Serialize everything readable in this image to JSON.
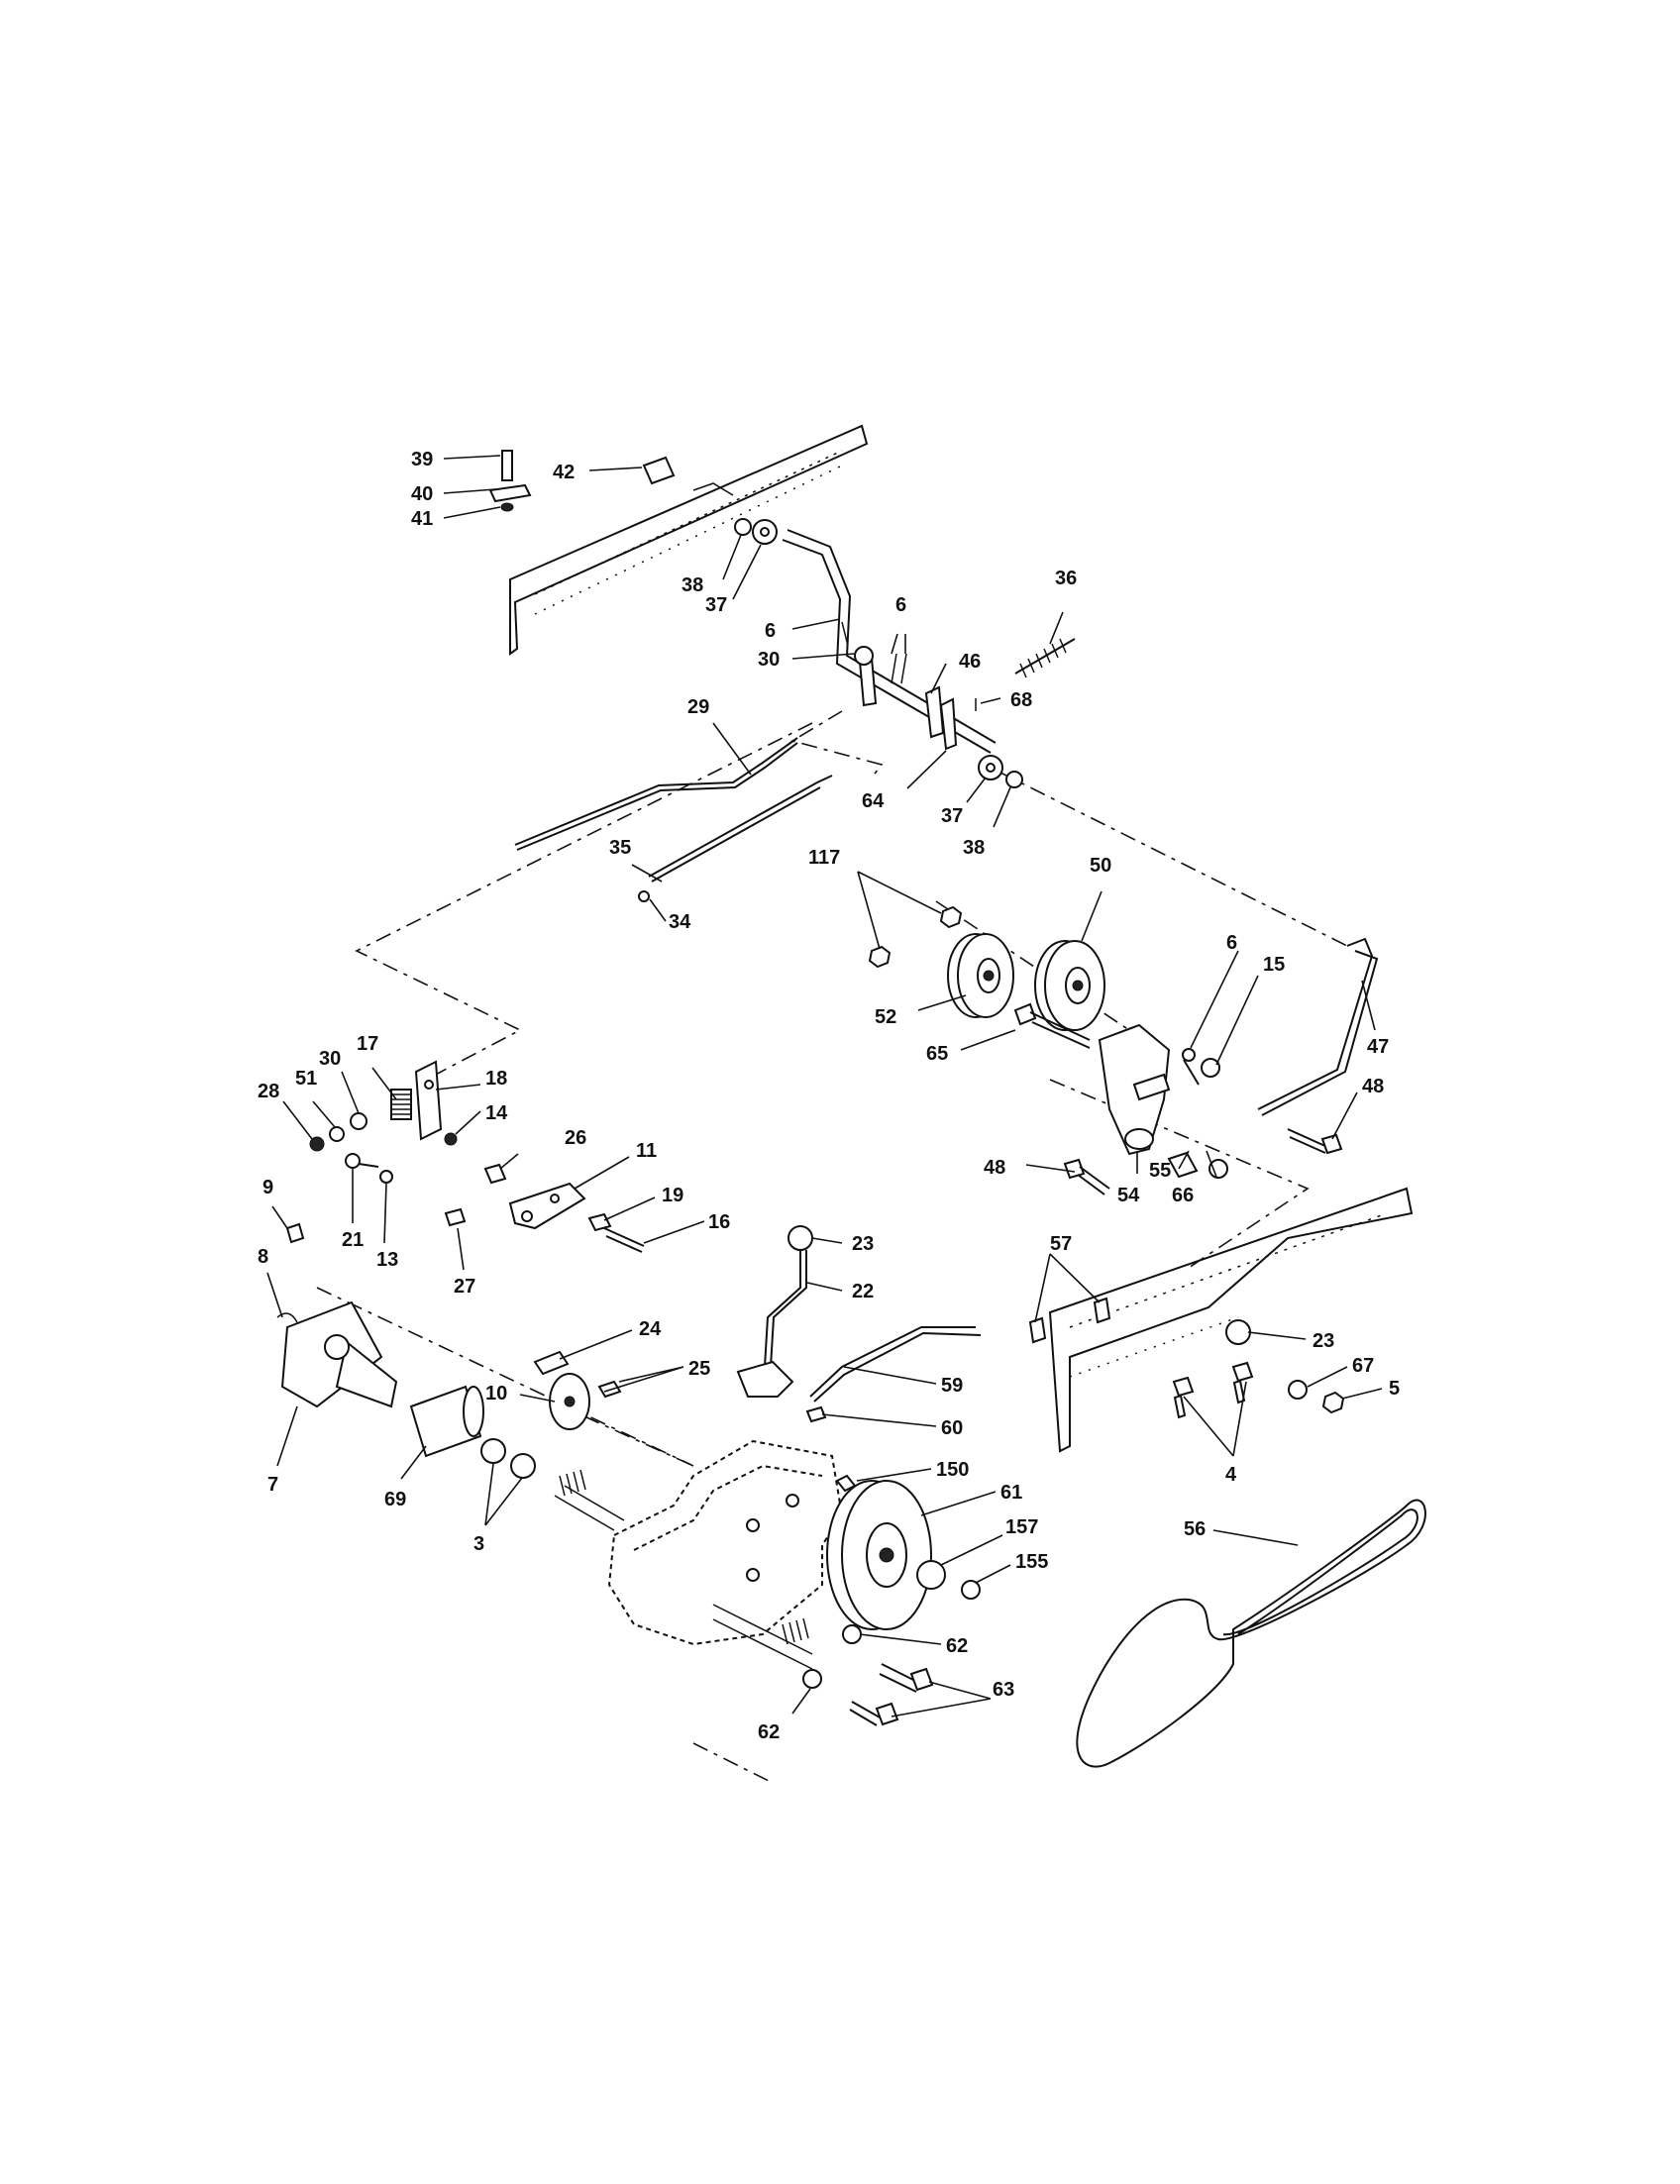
{
  "labels": {
    "l39": "39",
    "l40": "40",
    "l41": "41",
    "l42": "42",
    "l38a": "38",
    "l37a": "37",
    "l6a": "6",
    "l6b": "6",
    "l30a": "30",
    "l46": "46",
    "l68": "68",
    "l36": "36",
    "l29": "29",
    "l64": "64",
    "l37b": "37",
    "l38b": "38",
    "l35": "35",
    "l34": "34",
    "l117": "117",
    "l50": "50",
    "l52": "52",
    "l6c": "6",
    "l15": "15",
    "l47": "47",
    "l65": "65",
    "l48a": "48",
    "l48b": "48",
    "l54": "54",
    "l55": "55",
    "l66": "66",
    "l17": "17",
    "l30b": "30",
    "l51": "51",
    "l28": "28",
    "l18": "18",
    "l14": "14",
    "l26": "26",
    "l11": "11",
    "l21": "21",
    "l13": "13",
    "l19": "19",
    "l16": "16",
    "l27": "27",
    "l9": "9",
    "l8": "8",
    "l7": "7",
    "l23a": "23",
    "l22": "22",
    "l24": "24",
    "l25": "25",
    "l10": "10",
    "l69": "69",
    "l3": "3",
    "l57": "57",
    "l23b": "23",
    "l67": "67",
    "l5": "5",
    "l59": "59",
    "l60": "60",
    "l4": "4",
    "l150": "150",
    "l61": "61",
    "l157": "157",
    "l155": "155",
    "l56": "56",
    "l62a": "62",
    "l62b": "62",
    "l63": "63"
  }
}
